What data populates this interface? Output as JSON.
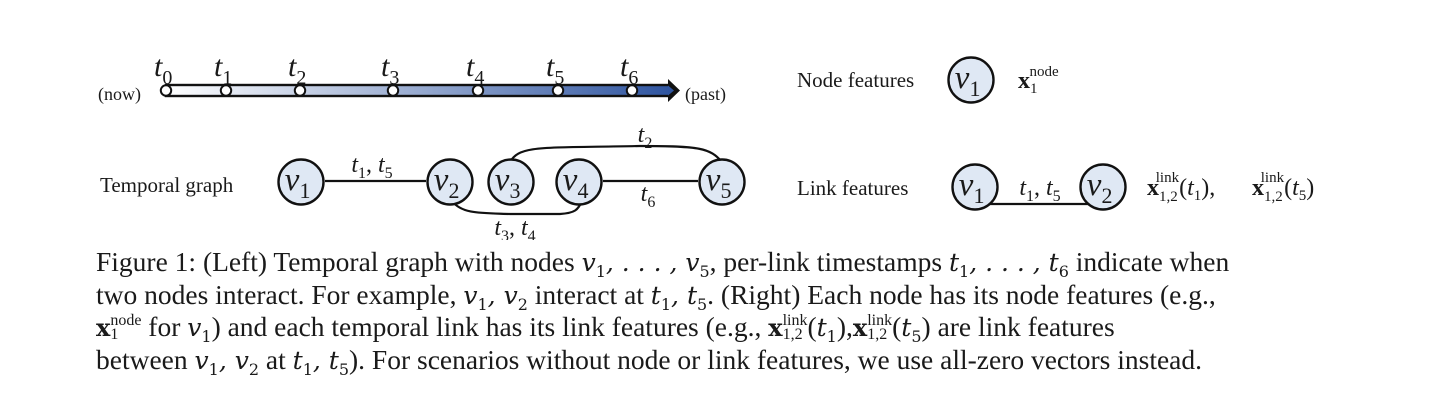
{
  "timeline": {
    "left_label": "(now)",
    "right_label": "(past)",
    "ticks": [
      {
        "name": "t",
        "sub": "0"
      },
      {
        "name": "t",
        "sub": "1"
      },
      {
        "name": "t",
        "sub": "2"
      },
      {
        "name": "t",
        "sub": "3"
      },
      {
        "name": "t",
        "sub": "4"
      },
      {
        "name": "t",
        "sub": "5"
      },
      {
        "name": "t",
        "sub": "6"
      }
    ],
    "gradient_start": "#ffffff",
    "gradient_end": "#2f55a0"
  },
  "temporal_graph": {
    "label": "Temporal graph",
    "node_fill": "#dfe8f4",
    "nodes": [
      {
        "name": "v",
        "sub": "1"
      },
      {
        "name": "v",
        "sub": "2"
      },
      {
        "name": "v",
        "sub": "3"
      },
      {
        "name": "v",
        "sub": "4"
      },
      {
        "name": "v",
        "sub": "5"
      }
    ],
    "edges": [
      {
        "from": "v1",
        "to": "v2",
        "label": "t1, t5"
      },
      {
        "from": "v3",
        "to": "v5",
        "label": "t2"
      },
      {
        "from": "v2",
        "to": "v4",
        "label": "t3, t4"
      },
      {
        "from": "v4",
        "to": "v5",
        "label": "t6"
      }
    ],
    "edge_labels": {
      "v1_v2": {
        "a": "t",
        "a_sub": "1",
        "sep": ", ",
        "b": "t",
        "b_sub": "5"
      },
      "v3_v5": {
        "a": "t",
        "a_sub": "2"
      },
      "v2_v4": {
        "a": "t",
        "a_sub": "3",
        "sep": ", ",
        "b": "t",
        "b_sub": "4"
      },
      "v4_v5": {
        "a": "t",
        "a_sub": "6"
      }
    }
  },
  "node_features": {
    "label": "Node features",
    "node": {
      "name": "v",
      "sub": "1"
    },
    "symbol": "x",
    "symbol_sub": "1",
    "symbol_sup": "node"
  },
  "link_features": {
    "label": "Link features",
    "node_a": {
      "name": "v",
      "sub": "1"
    },
    "node_b": {
      "name": "v",
      "sub": "2"
    },
    "edge_label": {
      "a": "t",
      "a_sub": "1",
      "sep": ", ",
      "b": "t",
      "b_sub": "5"
    },
    "expr1": {
      "symbol": "x",
      "sub": "1,2",
      "sup": "link",
      "arg": "t",
      "arg_sub": "1",
      "trail": "),"
    },
    "expr2": {
      "symbol": "x",
      "sub": "1,2",
      "sup": "link",
      "arg": "t",
      "arg_sub": "5",
      "trail": ")"
    }
  },
  "caption": {
    "l1_a": "Figure 1: (Left) Temporal graph with nodes ",
    "l1_b": ", per-link timestamps ",
    "l1_c": " indicate when",
    "l2_a": "two nodes interact. For example, ",
    "l2_b": " interact at ",
    "l2_c": ". (Right) Each node has its node features (e.g.,",
    "l3_a": " for ",
    "l3_b": ") and each temporal link has its link features (e.g., ",
    "l3_c": " are link features",
    "l4_a": "between ",
    "l4_b": " at ",
    "l4_c": "). For scenarios without node or link features, we use all-zero vectors instead.",
    "v": "v",
    "t": "t",
    "x": "x",
    "dots": ", . . . , ",
    "comma": ", ",
    "s1": "1",
    "s2": "2",
    "s5": "5",
    "s6": "6",
    "node_sup": "node",
    "link_sup": "link",
    "link_sub": "1,2",
    "paren_open": "(",
    "paren_close": ")",
    "paren_close_comma": "),"
  }
}
